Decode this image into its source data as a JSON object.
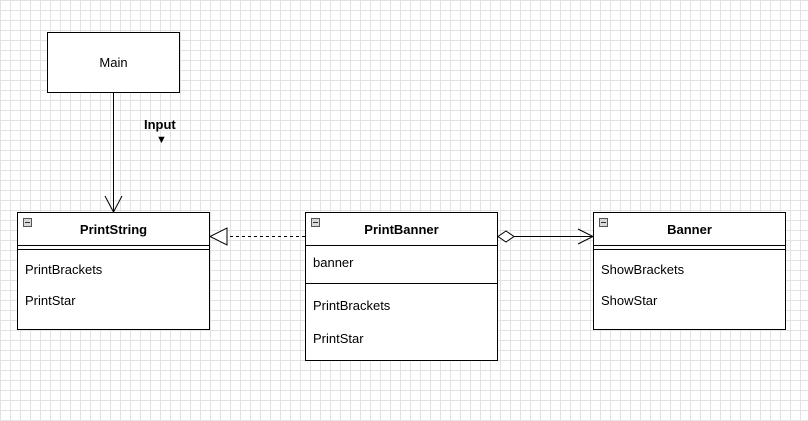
{
  "main": {
    "label": "Main"
  },
  "edge_label": {
    "text": "Input",
    "arrow": "▼"
  },
  "classes": {
    "print_string": {
      "name": "PrintString",
      "methods": [
        "PrintBrackets",
        "PrintStar"
      ]
    },
    "print_banner": {
      "name": "PrintBanner",
      "attributes": [
        "banner"
      ],
      "methods": [
        "PrintBrackets",
        "PrintStar"
      ]
    },
    "banner": {
      "name": "Banner",
      "methods": [
        "ShowBrackets",
        "ShowStar"
      ]
    }
  },
  "relations": [
    {
      "from": "Main",
      "to": "PrintString",
      "kind": "association"
    },
    {
      "from": "PrintBanner",
      "to": "PrintString",
      "kind": "realization"
    },
    {
      "from": "PrintBanner",
      "to": "Banner",
      "kind": "aggregation"
    }
  ]
}
